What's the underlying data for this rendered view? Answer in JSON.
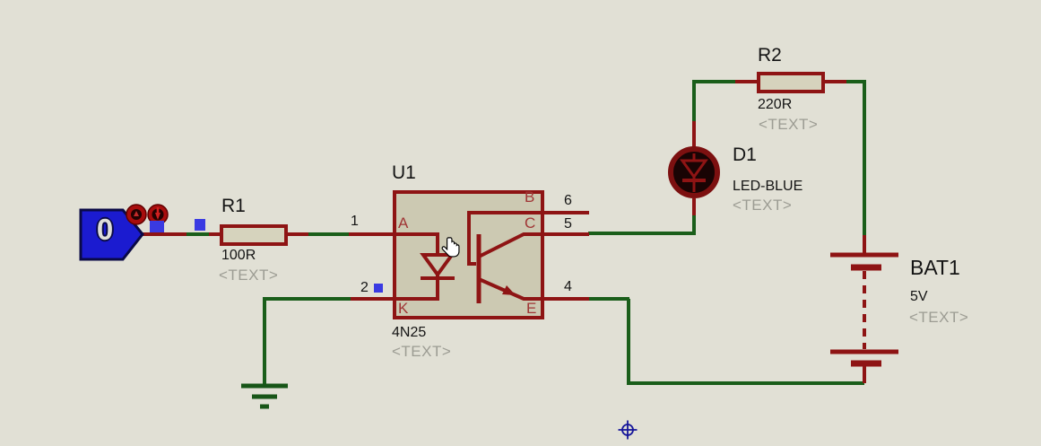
{
  "canvas": {
    "title": "schematic-capture-sheet",
    "colors": {
      "background": "#e1e0d5",
      "wire_green": "#1a5e1a",
      "component_red": "#8e1414",
      "pin_label_red": "#a03535",
      "label_black": "#141414",
      "placeholder_gray": "#9c9c93",
      "resistor_fill": "#d6d3bd",
      "chip_fill": "#ccc9b2",
      "probe_blue": "#1b1bd0",
      "handle_blue": "#3a3ae2",
      "marker_navy": "#16169a",
      "led_fill": "#190404"
    },
    "icons": {
      "cursor": "hand-pointer-cursor",
      "toggle": "logic-toggle-buttons",
      "marker": "crosshair-origin-marker",
      "ground": "ground-symbol"
    }
  },
  "components": {
    "logic_state": {
      "state": "0"
    },
    "r1": {
      "ref": "R1",
      "value": "100R",
      "placeholder": "<TEXT>"
    },
    "r2": {
      "ref": "R2",
      "value": "220R",
      "placeholder": "<TEXT>"
    },
    "u1": {
      "ref": "U1",
      "value": "4N25",
      "placeholder": "<TEXT>",
      "pin_numbers": {
        "anode": "1",
        "cathode": "2",
        "base": "6",
        "collector": "5",
        "emitter": "4"
      },
      "pin_names": {
        "anode": "A",
        "cathode": "K",
        "base": "B",
        "collector": "C",
        "emitter": "E"
      }
    },
    "d1": {
      "ref": "D1",
      "value": "LED-BLUE",
      "placeholder": "<TEXT>"
    },
    "bat1": {
      "ref": "BAT1",
      "value": "5V",
      "placeholder": "<TEXT>"
    }
  }
}
